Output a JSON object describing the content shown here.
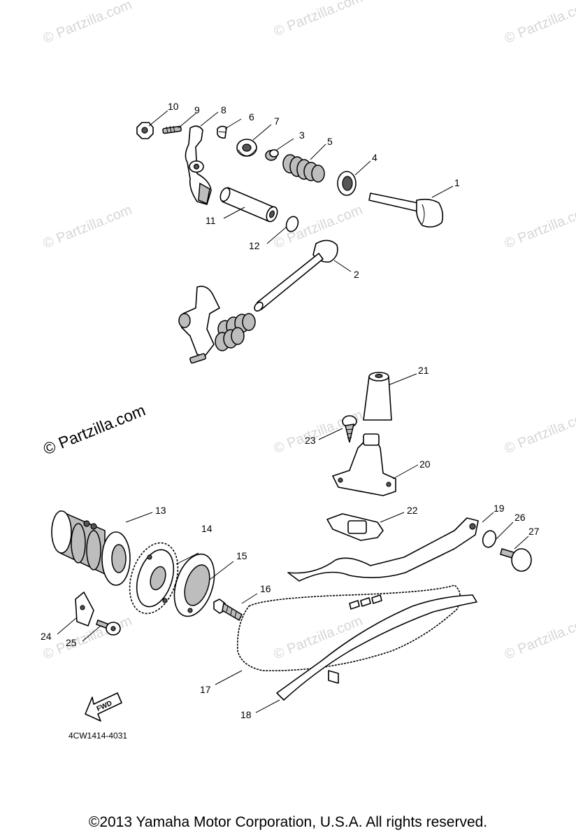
{
  "watermark": "© Partzilla.com",
  "watermark_main": "© Partzilla.com",
  "part_numbers": {
    "p1": "1",
    "p2": "2",
    "p3": "3",
    "p4": "4",
    "p5": "5",
    "p6": "6",
    "p7": "7",
    "p8": "8",
    "p9": "9",
    "p10": "10",
    "p11": "11",
    "p12": "12",
    "p13": "13",
    "p14": "14",
    "p15": "15",
    "p16": "16",
    "p17": "17",
    "p18": "18",
    "p19": "19",
    "p20": "20",
    "p21": "21",
    "p22": "22",
    "p23": "23",
    "p24": "24",
    "p25": "25",
    "p26": "26",
    "p27": "27"
  },
  "fwd_label": "FWD",
  "diagram_code": "4CW1414-4031",
  "copyright": "©2013 Yamaha Motor Corporation, U.S.A. All rights reserved."
}
